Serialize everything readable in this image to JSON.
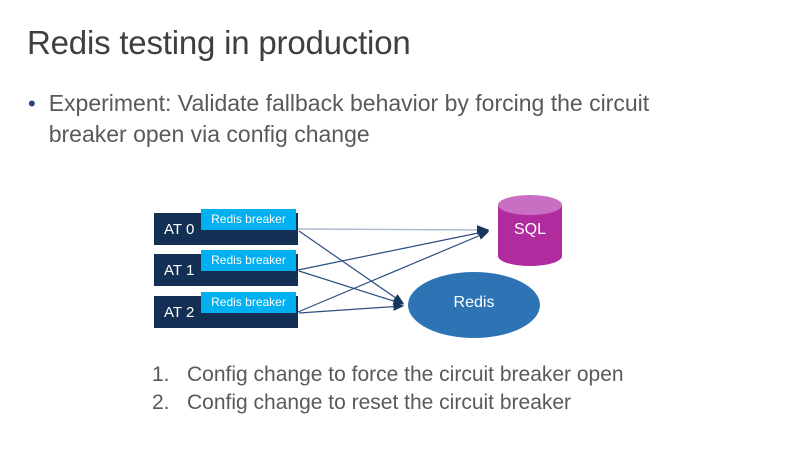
{
  "slide": {
    "title": "Redis testing in production",
    "bullet": {
      "marker": "•",
      "line1": "Experiment: Validate fallback behavior by forcing the circuit",
      "line2": "breaker open via config change"
    }
  },
  "diagram": {
    "app_nodes": [
      {
        "label": "AT 0",
        "breaker": "Redis breaker"
      },
      {
        "label": "AT 1",
        "breaker": "Redis breaker"
      },
      {
        "label": "AT 2",
        "breaker": "Redis breaker"
      }
    ],
    "sql": {
      "label": "SQL"
    },
    "redis": {
      "label": "Redis"
    },
    "colors": {
      "node_fill": "#132f53",
      "breaker_fill": "#00b0f0",
      "sql_fill": "#b02c9e",
      "sql_top_fill": "#c96fc3",
      "redis_fill": "#2e74b5",
      "connector": "#1f3a66",
      "text_gray": "#595959",
      "title_gray": "#3f3f3f"
    }
  },
  "steps": [
    {
      "num": "1.",
      "text": "Config change to force the circuit breaker open"
    },
    {
      "num": "2.",
      "text": "Config change to reset the circuit breaker"
    }
  ]
}
